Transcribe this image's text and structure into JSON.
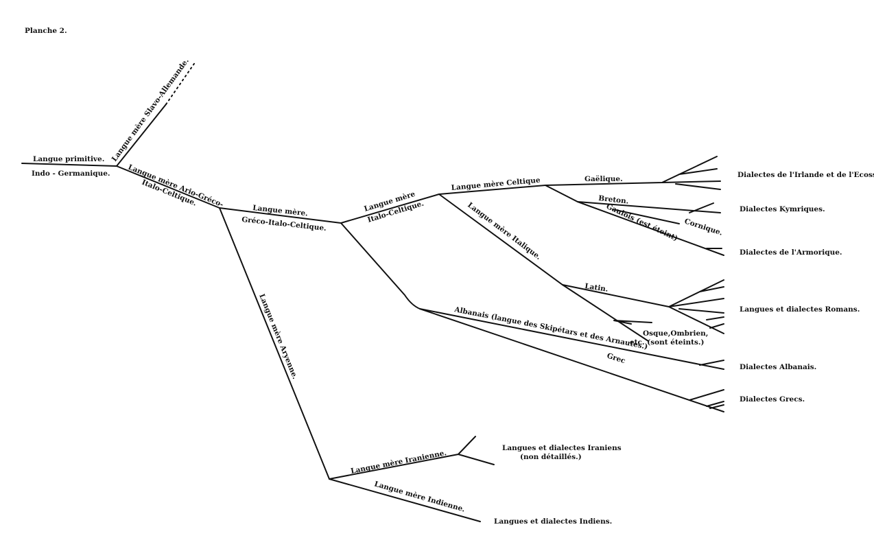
{
  "plate_title": "Planche 2.",
  "ink_color": "#111111",
  "nodes": {
    "root_line1": "Langue primitive.",
    "root_line2": "Indo - Germanique.",
    "slavo": "Langue mère Slavo-Allemande.",
    "ario1": "Langue mère Ario-Gréco-",
    "ario2": "Italo-Celtique.",
    "greco1": "Langue mère.",
    "greco2": "Gréco-Italo-Celtique.",
    "aryenne": "Langue mère Aryenne.",
    "iranienne": "Langue mère Iranienne.",
    "indienne": "Langue mère Indienne.",
    "italo1": "Langue mère",
    "italo2": "Italo-Celtique.",
    "celtique": "Langue mère Celtique",
    "gaelique": "Gaëlique.",
    "breton": "Breton.",
    "gaulois": "Gaulois (est éteint)",
    "cornique": "Cornique.",
    "italique": "Langue mère Italique.",
    "latin": "Latin.",
    "osque1": "Osque,Ombrien,",
    "osque2": "etc. (sont éteints.)",
    "albanais": "Albanais (langue des Skipétars et des Arnautes.)",
    "grec": "Grec"
  },
  "leaves": {
    "irlande": "Dialectes de l'Irlande et de l'Ecosse.",
    "kymriques": "Dialectes Kymriques.",
    "armorique": "Dialectes de l'Armorique.",
    "romans": "Langues et dialectes Romans.",
    "albanais": "Dialectes Albanais.",
    "grecs": "Dialectes Grecs.",
    "iraniens1": "Langues et dialectes Iraniens",
    "iraniens2": "(non détaillés.)",
    "indiens": "Langues et dialectes Indiens."
  }
}
